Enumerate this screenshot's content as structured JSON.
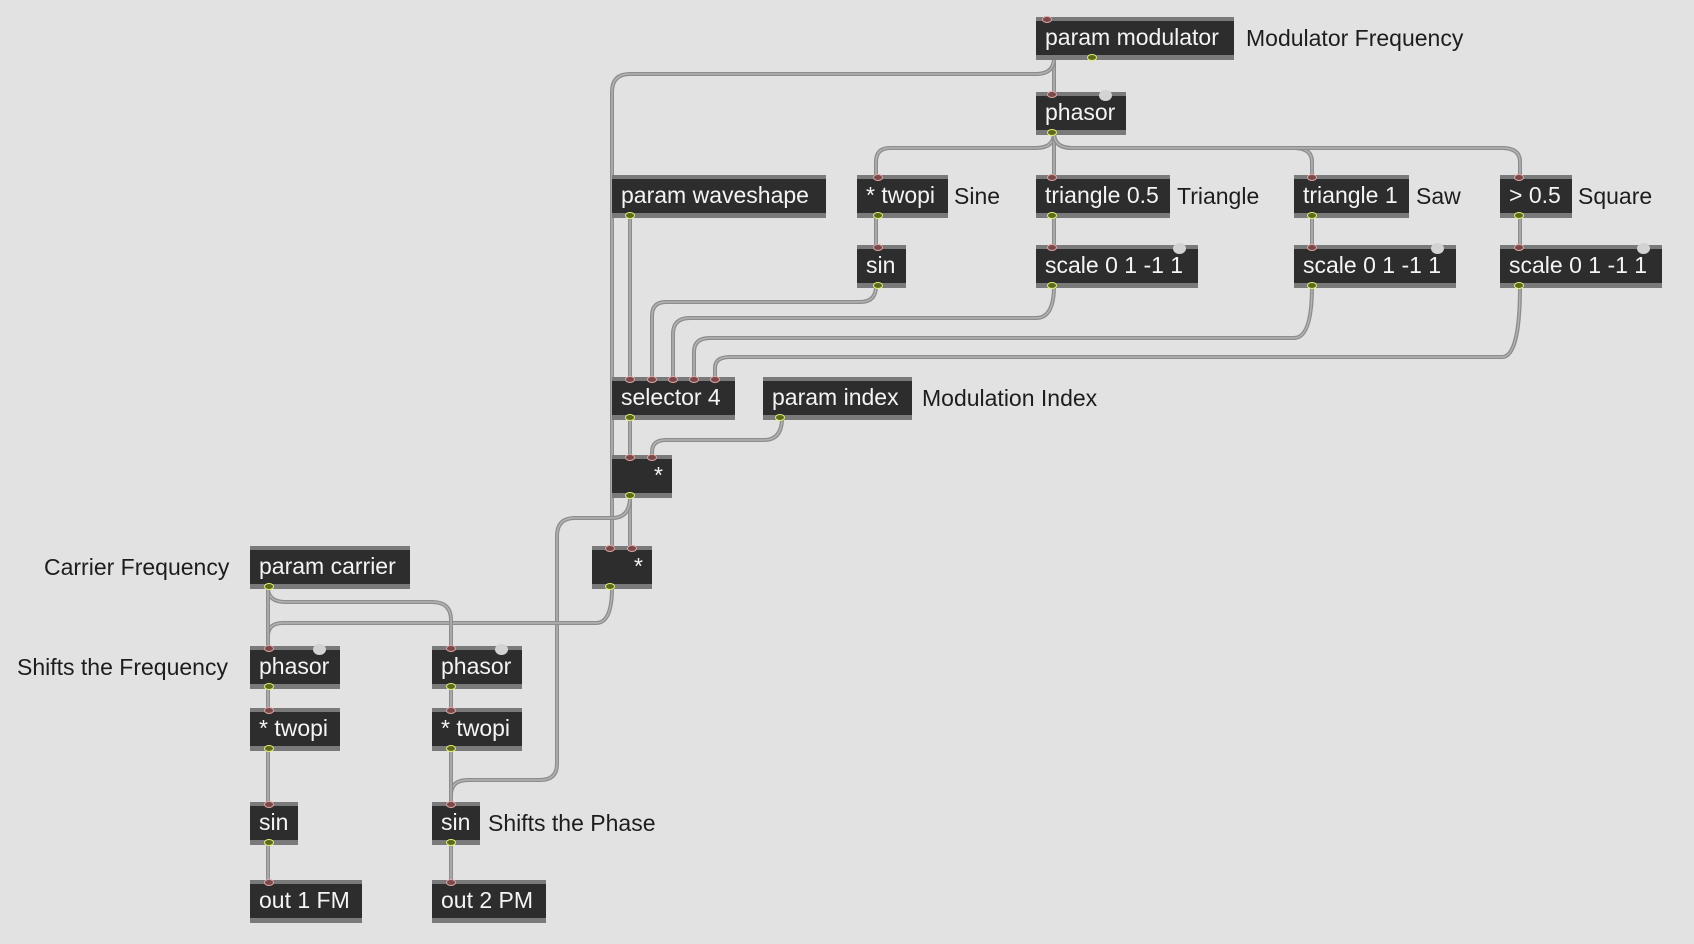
{
  "patcher": {
    "objects": {
      "param_modulator": "param modulator",
      "phasor_mod": "phasor",
      "twopi_mod": "* twopi",
      "triangle_half": "triangle 0.5",
      "triangle_one": "triangle 1",
      "gt_half": "> 0.5",
      "param_waveshape": "param waveshape",
      "sin_mod": "sin",
      "scale_tri": "scale 0 1 -1 1",
      "scale_saw": "scale 0 1 -1 1",
      "scale_sq": "scale 0 1 -1 1",
      "selector": "selector 4",
      "param_index": "param index",
      "mult_index": "*",
      "mult_freq": "*",
      "param_carrier": "param carrier",
      "phasor_fm": "phasor",
      "phasor_pm": "phasor",
      "twopi_fm": "* twopi",
      "twopi_pm": "* twopi",
      "sin_fm": "sin",
      "sin_pm": "sin",
      "out1": "out 1 FM",
      "out2": "out 2 PM"
    },
    "comments": {
      "modulator_frequency": "Modulator Frequency",
      "sine": "Sine",
      "triangle": "Triangle",
      "saw": "Saw",
      "square": "Square",
      "modulation_index": "Modulation Index",
      "carrier_frequency": "Carrier Frequency",
      "shifts_frequency": "Shifts the Frequency",
      "shifts_phase": "Shifts the Phase"
    }
  },
  "colors": {
    "background": "#e2e2e2",
    "object_fill": "#2d2d2d",
    "object_text": "#f4f4f4",
    "patch_cord": "#8d8d8d",
    "inlet": "#e1a4a4",
    "outlet": "#e6ef76"
  }
}
